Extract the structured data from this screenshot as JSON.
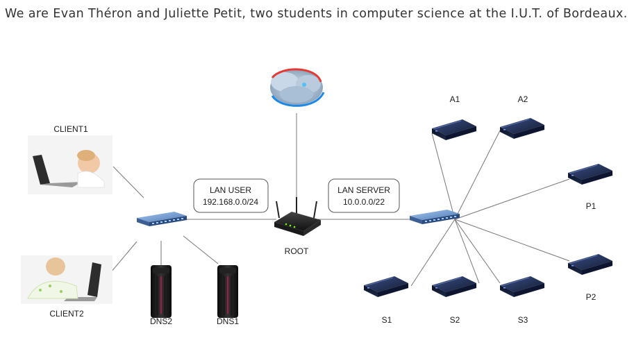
{
  "intro_text": "We are Evan Théron and Juliette Petit, two students in computer science at the I.U.T. of Bordeaux.",
  "labels": {
    "client1": "CLIENT1",
    "client2": "CLIENT2",
    "dns2": "DNS2",
    "dns1": "DNS1",
    "root": "ROOT",
    "lan_user_title": "LAN USER",
    "lan_user_net": "192.168.0.0/24",
    "lan_server_title": "LAN SERVER",
    "lan_server_net": "10.0.0.0/22",
    "a1": "A1",
    "a2": "A2",
    "p1": "P1",
    "p2": "P2",
    "s1": "S1",
    "s2": "S2",
    "s3": "S3"
  },
  "icons": {
    "internet": "cloud-icon",
    "router": "router-icon",
    "switch": "switch-icon",
    "server": "server-icon",
    "tower": "tower-server-icon",
    "laptop": "laptop-icon"
  },
  "colors": {
    "server_body": "#1e2a48",
    "switch_body": "#5b86c2",
    "link": "#777777"
  }
}
